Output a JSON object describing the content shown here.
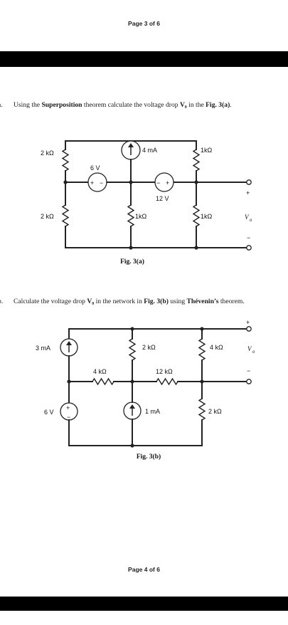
{
  "header": {
    "page_top": "Page 3 of 6",
    "page_bottom": "Page 4 of 6"
  },
  "problem_a": {
    "marker": "a.",
    "text_pre": "Using the ",
    "text_bold": "Superposition",
    "text_mid": " theorem calculate the voltage drop ",
    "text_vo": "V₀",
    "text_post": " in the ",
    "text_fig": "Fig. 3(a)",
    "text_end": ".",
    "caption": "Fig. 3(a)",
    "labels": {
      "r_left_top": "2 kΩ",
      "r_left_bot": "2 kΩ",
      "cs": "4 mA",
      "r_right_top": "1kΩ",
      "vs6": "6 V",
      "vs12": "12 V",
      "r_mid": "1kΩ",
      "r_right_bot": "1kΩ",
      "plus": "+",
      "vo": "V",
      "vo_sub": "o",
      "minus": "−"
    }
  },
  "problem_b": {
    "marker": "b.",
    "text_pre": "Calculate the voltage drop ",
    "text_vo": "V₀",
    "text_mid": " in the network in ",
    "text_fig": "Fig. 3(b)",
    "text_post": " using ",
    "text_bold": "Thévenin’s",
    "text_end": " theorem.",
    "caption": "Fig. 3(b)",
    "labels": {
      "cs3": "3 mA",
      "r2k_top": "2 kΩ",
      "r4k_right": "4 kΩ",
      "r4k_mid": "4 kΩ",
      "r12k": "12 kΩ",
      "vs6": "6 V",
      "cs1": "1 mA",
      "r2k_bot": "2 kΩ",
      "plus": "+",
      "vo": "V",
      "vo_sub": "o",
      "minus": "−"
    }
  }
}
